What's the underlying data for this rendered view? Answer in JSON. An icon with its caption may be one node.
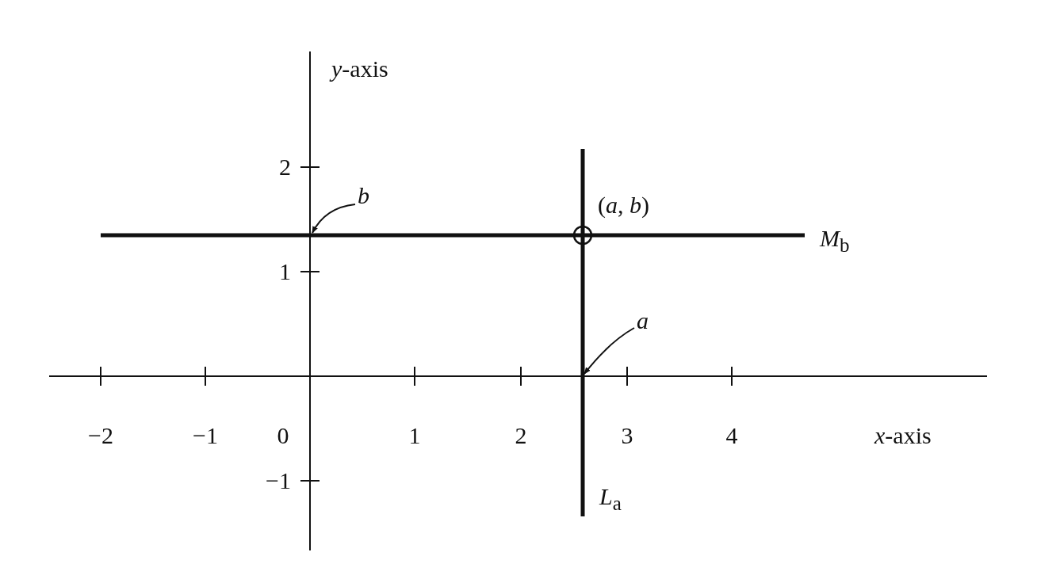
{
  "diagram": {
    "nodes": [
      {
        "text": [
          "b"
        ]
      },
      {
        "text": [
          "a"
        ]
      }
    ],
    "edges": [
      {
        "from": 0,
        "to": null,
        "arrow": "to"
      },
      {
        "from": 1,
        "to": null,
        "arrow": "to"
      }
    ],
    "labels": [
      "*y*-axis",
      "2",
      "(*a*, *b*)",
      "*M*$_{b}$",
      "1",
      "−2",
      "−1",
      "0",
      "1",
      "2",
      "3",
      "4",
      "*x*-axis",
      "−1",
      "*L*$_{a}$"
    ]
  }
}
